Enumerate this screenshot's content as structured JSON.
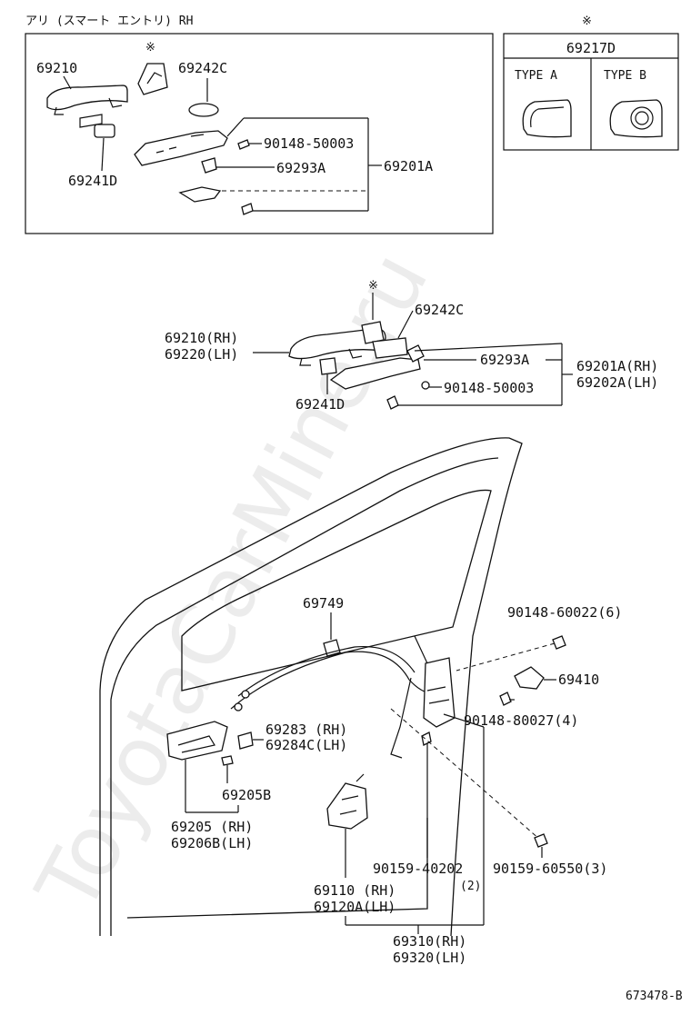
{
  "inset": {
    "title": "アリ (スマート エントリ) RH",
    "mark": "※",
    "labels": {
      "p69210": "69210",
      "p69242C": "69242C",
      "p69241D": "69241D",
      "p90148": "90148-50003",
      "p69293A": "69293A",
      "p69201A": "69201A"
    }
  },
  "type_box": {
    "mark": "※",
    "part": "69217D",
    "type_a": "TYPE A",
    "type_b": "TYPE B"
  },
  "handle_group": {
    "mark": "※",
    "labels": {
      "p69242C": "69242C",
      "p69210": "69210(RH)",
      "p69220": "69220(LH)",
      "p69293A": "69293A",
      "p69201A": "69201A(RH)",
      "p69202A": "69202A(LH)",
      "p90148": "90148-50003",
      "p69241D": "69241D"
    }
  },
  "door_group": {
    "labels": {
      "p69749": "69749",
      "p90148_60022": "90148-60022(6)",
      "p69410": "69410",
      "p90148_80027": "90148-80027(4)",
      "p69283": "69283 (RH)",
      "p69284C": "69284C(LH)",
      "p69205B": "69205B",
      "p69205": "69205 (RH)",
      "p69206B": "69206B(LH)",
      "p90159_40202": "90159-40202",
      "p90159_40202_qty": "(2)",
      "p90159_60550": "90159-60550(3)",
      "p69110": "69110 (RH)",
      "p69120A": "69120A(LH)",
      "p69310": "69310(RH)",
      "p69320": "69320(LH)"
    }
  },
  "figure_id": "673478-B",
  "watermark": "ToyotaCarMine.ru"
}
